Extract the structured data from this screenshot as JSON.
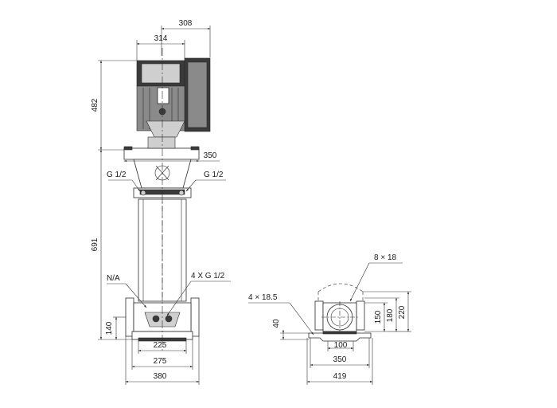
{
  "side_view": {
    "dims": {
      "d308": "308",
      "d314": "314",
      "d482": "482",
      "d350": "350",
      "d691": "691",
      "d140": "140",
      "d225": "225",
      "d275": "275",
      "d380": "380"
    },
    "labels": {
      "g_left": "G 1/2",
      "g_right": "G 1/2",
      "na": "N/A",
      "four_g": "4 X G 1/2"
    }
  },
  "base_view": {
    "dims": {
      "d40": "40",
      "d150": "150",
      "d180": "180",
      "d220": "220",
      "d100": "100",
      "d350": "350",
      "d419": "419"
    },
    "labels": {
      "holes_top": "8 × 18",
      "holes_left": "4 × 18.5"
    }
  }
}
